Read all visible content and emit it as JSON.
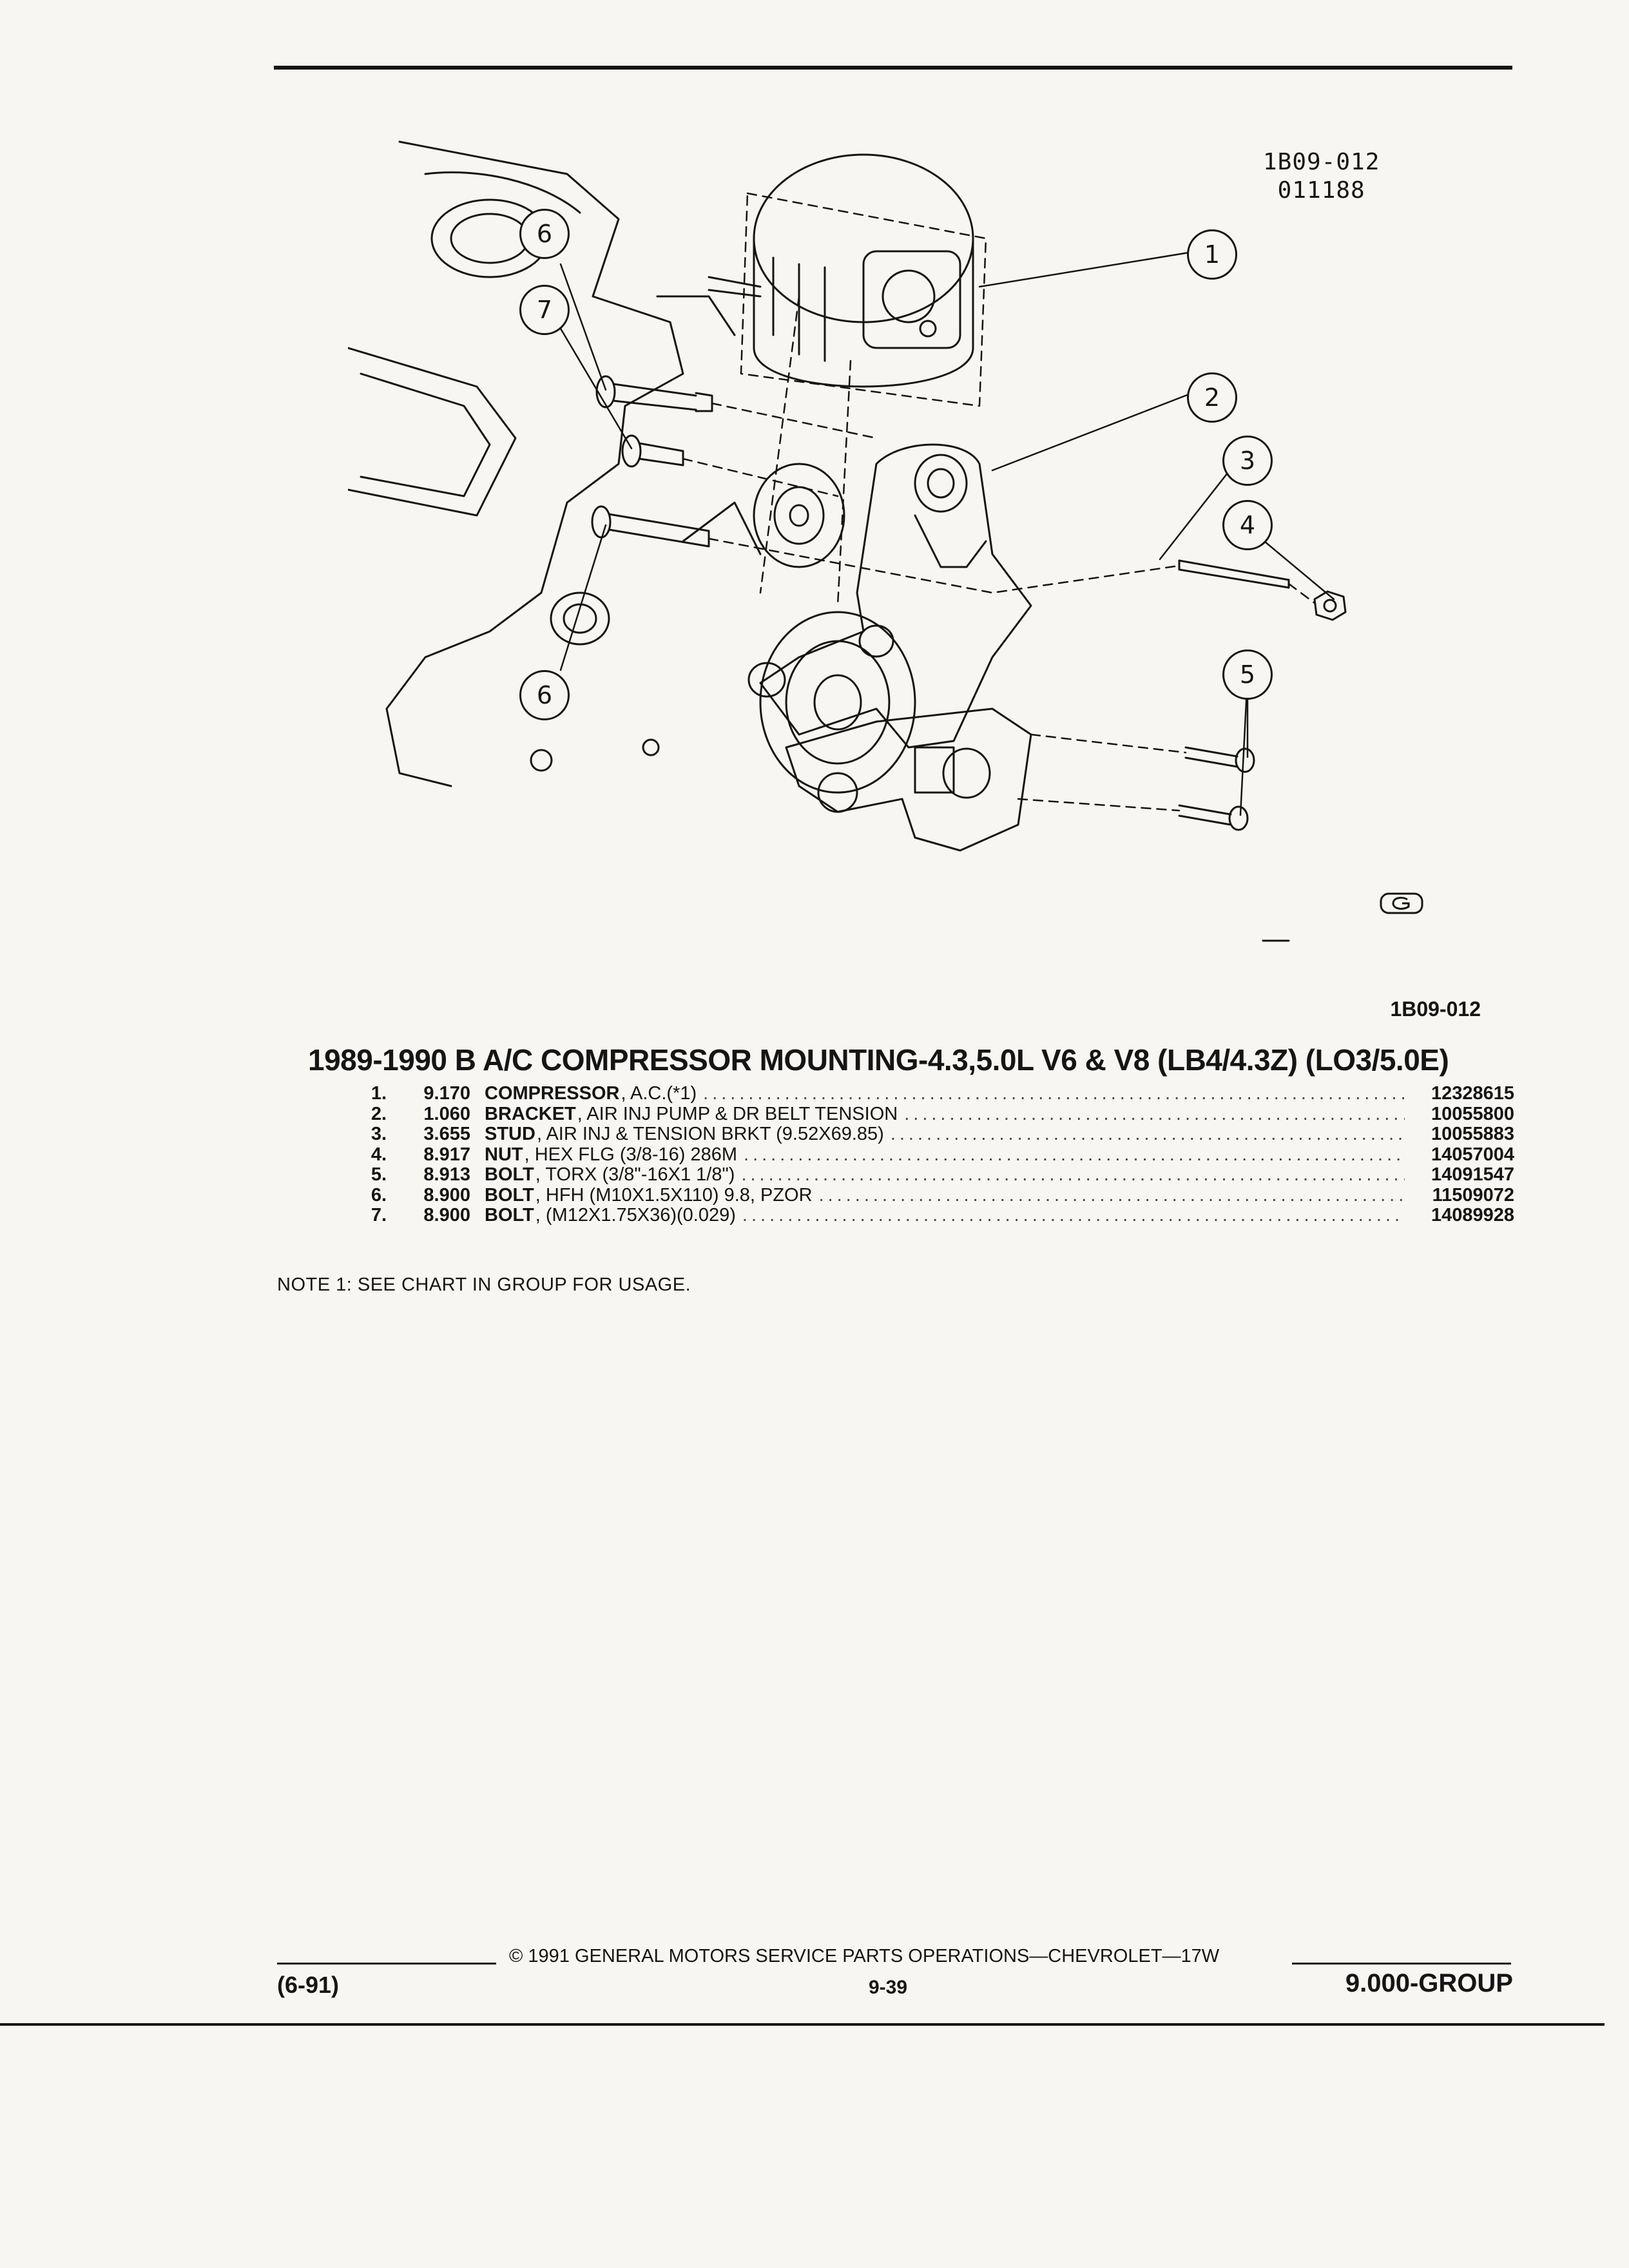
{
  "drawing": {
    "code_line1": "1B09-012",
    "code_line2": "011188",
    "callouts": [
      "1",
      "2",
      "3",
      "4",
      "5",
      "6",
      "7",
      "6"
    ]
  },
  "figure_id": "1B09-012",
  "title": "1989-1990 B A/C COMPRESSOR MOUNTING-4.3,5.0L V6 & V8 (LB4/4.3Z) (LO3/5.0E)",
  "parts": [
    {
      "num": "1.",
      "group": "9.170",
      "name": "COMPRESSOR",
      "desc": ", A.C.(*1)",
      "part": "12328615"
    },
    {
      "num": "2.",
      "group": "1.060",
      "name": "BRACKET",
      "desc": ", AIR INJ PUMP & DR BELT TENSION",
      "part": "10055800"
    },
    {
      "num": "3.",
      "group": "3.655",
      "name": "STUD",
      "desc": ", AIR INJ & TENSION BRKT (9.52X69.85)",
      "part": "10055883"
    },
    {
      "num": "4.",
      "group": "8.917",
      "name": "NUT",
      "desc": ", HEX FLG (3/8-16) 286M",
      "part": "14057004"
    },
    {
      "num": "5.",
      "group": "8.913",
      "name": "BOLT",
      "desc": ", TORX (3/8\"-16X1 1/8\")",
      "part": "14091547"
    },
    {
      "num": "6.",
      "group": "8.900",
      "name": "BOLT",
      "desc": ", HFH (M10X1.5X110) 9.8, PZOR",
      "part": "11509072"
    },
    {
      "num": "7.",
      "group": "8.900",
      "name": "BOLT",
      "desc": ", (M12X1.75X36)(0.029)",
      "part": "14089928"
    }
  ],
  "note": "NOTE 1: SEE CHART IN GROUP FOR USAGE.",
  "footer": {
    "copyright": "© 1991 GENERAL MOTORS SERVICE PARTS OPERATIONS—CHEVROLET—17W",
    "date": "(6-91)",
    "page": "9-39",
    "group": "9.000-GROUP"
  },
  "colors": {
    "ink": "#151515",
    "paper": "#f7f6f2"
  }
}
